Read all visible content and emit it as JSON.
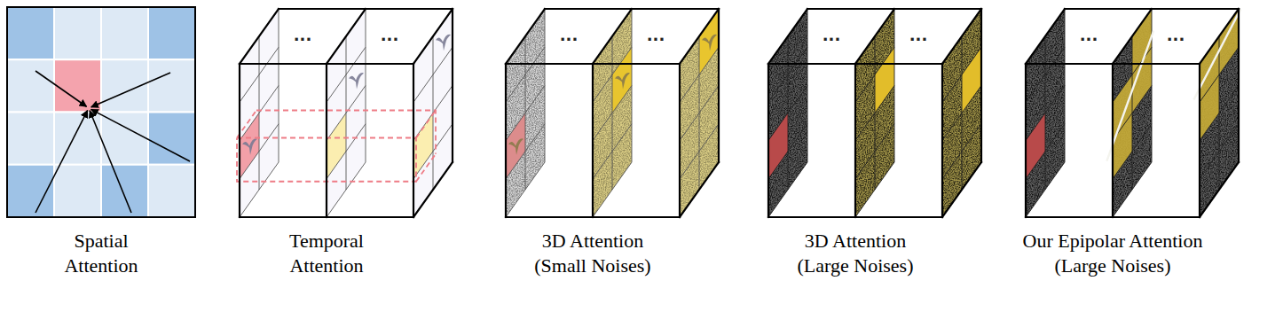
{
  "diagram": {
    "labels": [
      "Spatial Attention",
      "...",
      "...",
      "Temporal Attention",
      "...",
      "...",
      "3D Attention (Small Noises)",
      "...",
      "...",
      "3D Attention (Large Noises)",
      "...",
      "...",
      "Our Epipolar Attention (Large Noises)"
    ]
  }
}
